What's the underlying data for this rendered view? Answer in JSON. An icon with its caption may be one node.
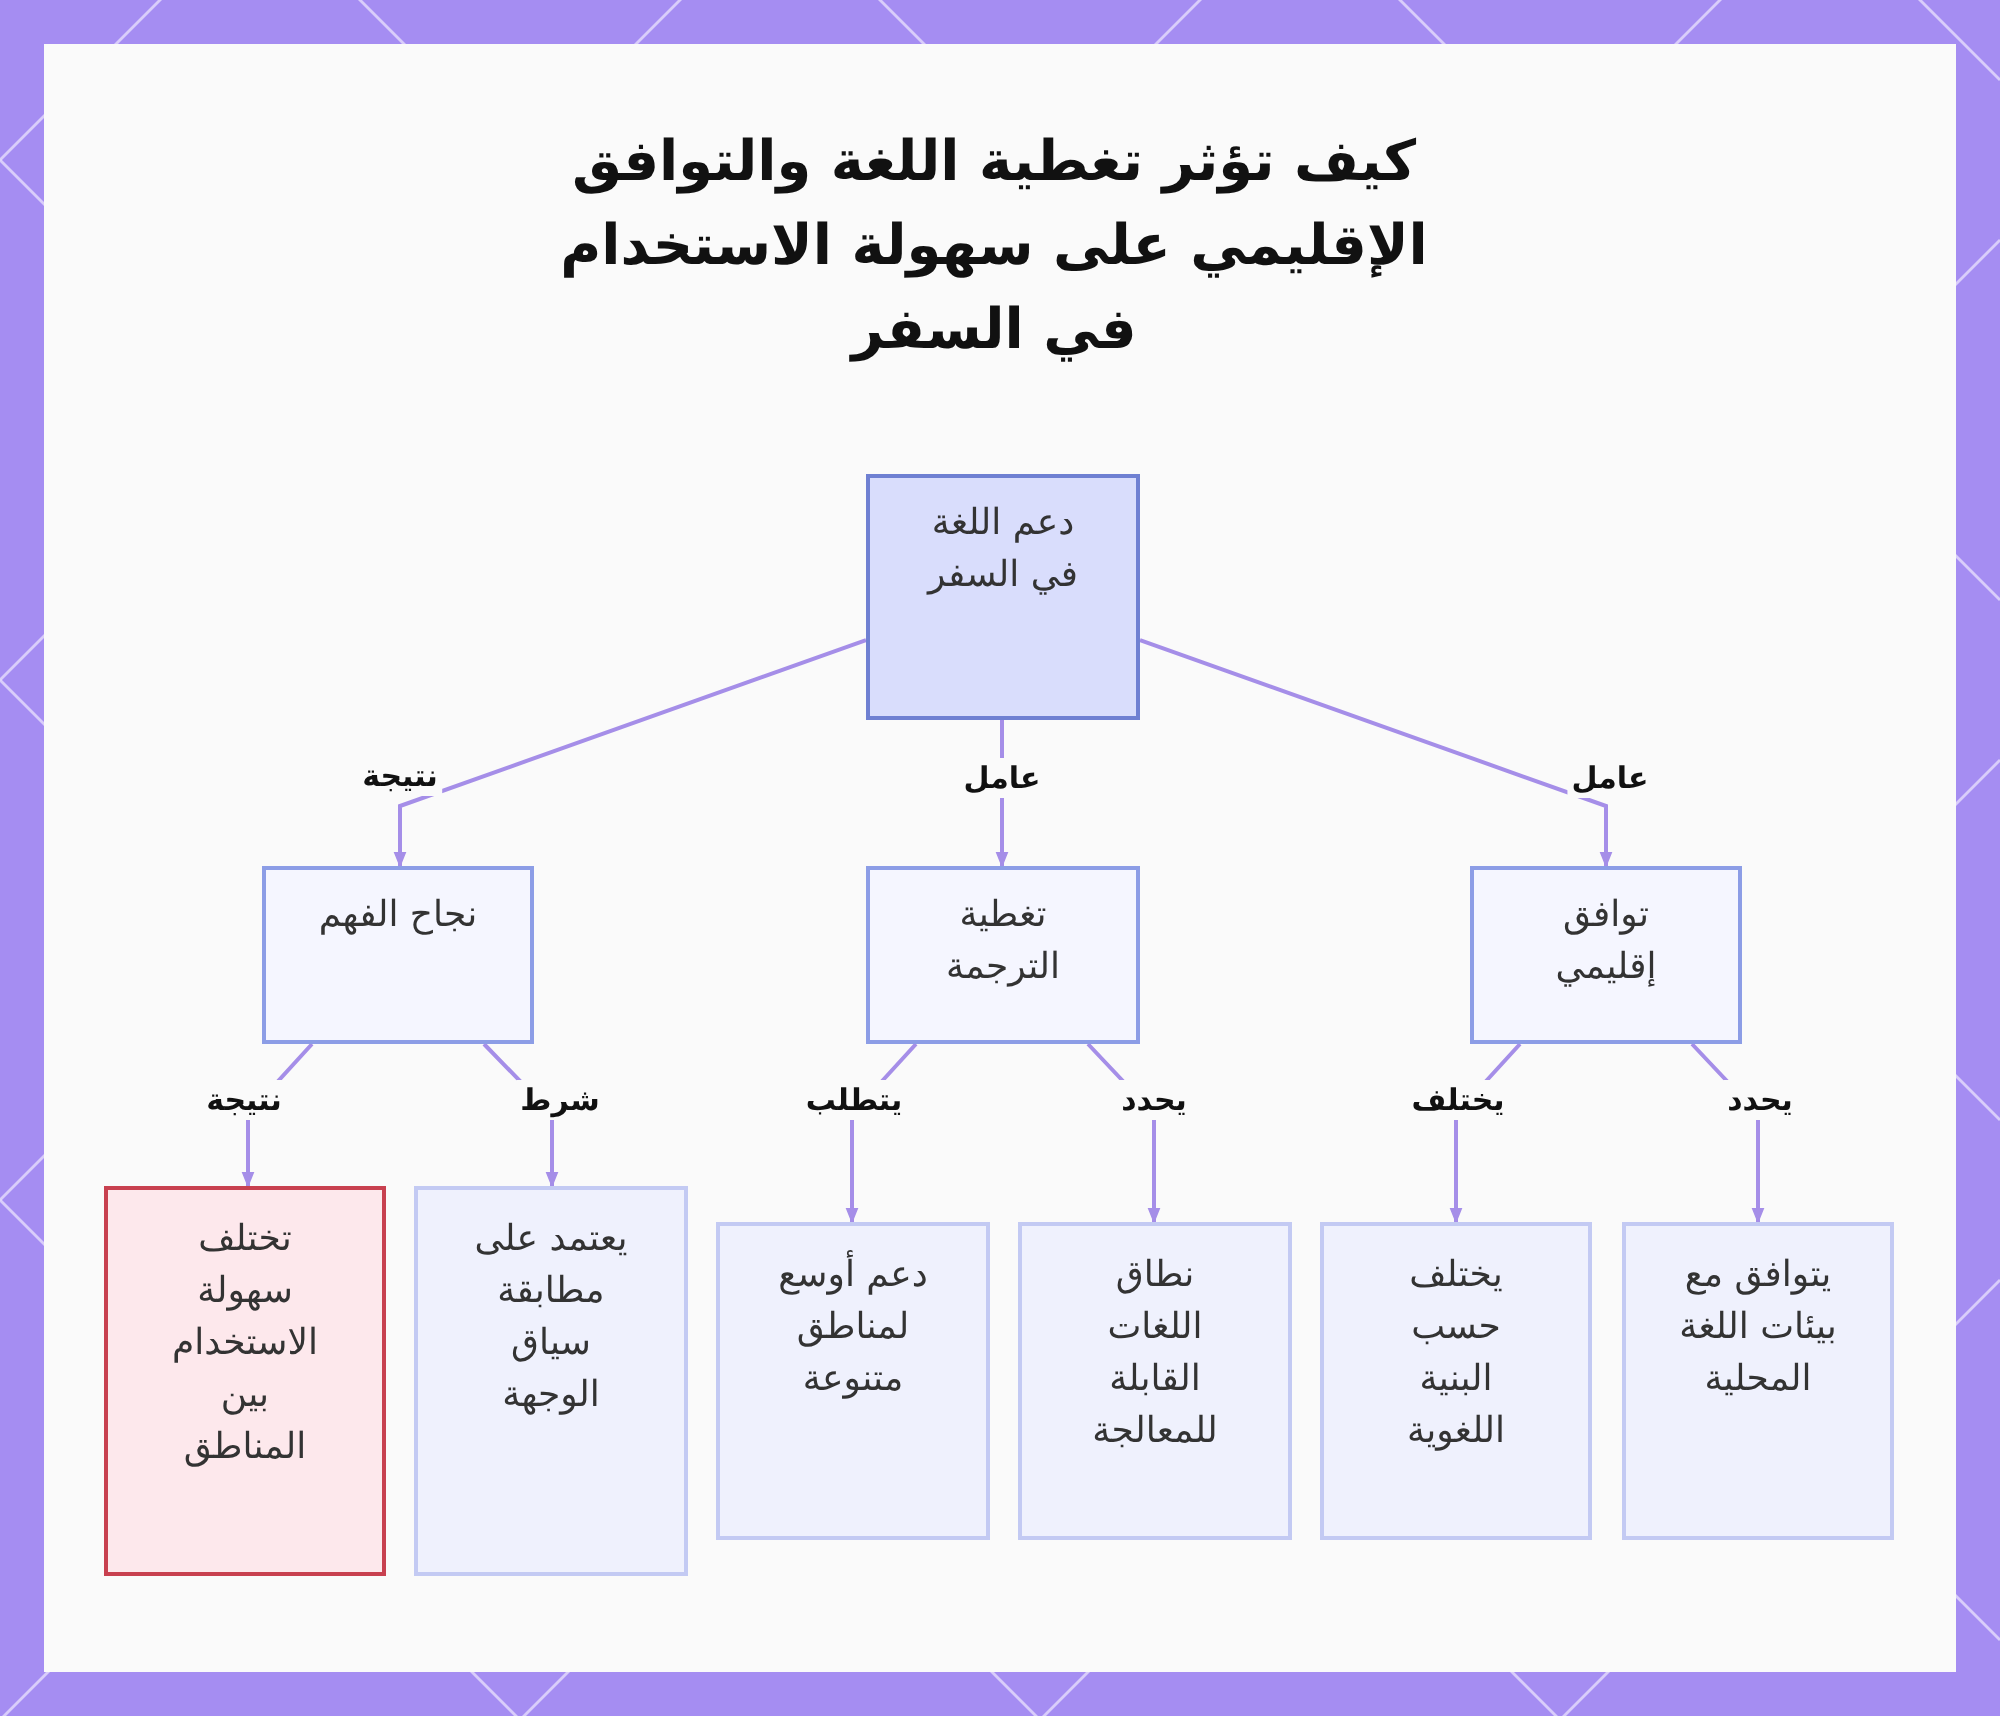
{
  "diagram": {
    "title": "كيف تؤثر تغطية اللغة والتوافق الإقليمي على سهولة الاستخدام في السفر",
    "nodes": [
      {
        "text": [
          "دعم اللغة في السفر"
        ]
      },
      {
        "text": [
          "نجاح الفهم"
        ]
      },
      {
        "text": [
          "تغطية الترجمة"
        ]
      },
      {
        "text": [
          "توافق إقليمي"
        ]
      },
      {
        "text": [
          "تختلف سهولة الاستخدام بين المناطق"
        ]
      },
      {
        "text": [
          "يعتمد على مطابقة سياق الوجهة"
        ]
      },
      {
        "text": [
          "دعم أوسع لمناطق متنوعة"
        ]
      },
      {
        "text": [
          "نطاق اللغات القابلة للمعالجة"
        ]
      },
      {
        "text": [
          "يختلف حسب البنية اللغوية"
        ]
      },
      {
        "text": [
          "يتوافق مع بيئات اللغة المحلية"
        ]
      }
    ],
    "edges": [
      {
        "from": 0,
        "to": 1,
        "arrow": "to",
        "label": "نتيجة"
      },
      {
        "from": 0,
        "to": 2,
        "arrow": "to",
        "label": "عامل"
      },
      {
        "from": 0,
        "to": 3,
        "arrow": "to",
        "label": "عامل"
      },
      {
        "from": 1,
        "to": 4,
        "arrow": "to",
        "label": "نتيجة"
      },
      {
        "from": 1,
        "to": 5,
        "arrow": "to",
        "label": "شرط"
      },
      {
        "from": 2,
        "to": 6,
        "arrow": "to",
        "label": "يتطلب"
      },
      {
        "from": 2,
        "to": 7,
        "arrow": "to",
        "label": "يحدد"
      },
      {
        "from": 3,
        "to": 8,
        "arrow": "to",
        "label": "يختلف"
      },
      {
        "from": 3,
        "to": 9,
        "arrow": "to",
        "label": "يحدد"
      }
    ]
  }
}
